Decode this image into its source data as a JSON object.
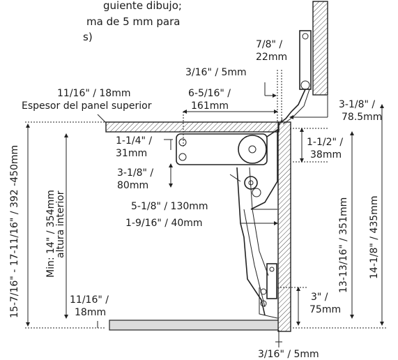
{
  "intro_lines": [
    "guiente dibujo;",
    "ma de 5 mm para",
    "s)"
  ],
  "dimensions": {
    "top_gap": [
      "7/8\" /",
      "22mm"
    ],
    "gap_small": "3/16\" / 5mm",
    "panel_thickness": [
      "11/16\" / 18mm",
      "Espesor del panel superior"
    ],
    "depth": [
      "6-5/16\" /",
      "161mm"
    ],
    "hinge_offset": [
      "3-1/8\" /",
      "78.5mm"
    ],
    "arm_height": [
      "1-1/4\" /",
      "31mm"
    ],
    "right_upper": [
      "1-1/2\" /",
      "38mm"
    ],
    "mid_height": [
      "3-1/8\" /",
      "80mm"
    ],
    "width_130": "5-1/8\" / 130mm",
    "width_40": "1-9/16\" / 40mm",
    "overall_height": "15-7/16\" - 17-11/16\" / 392 -450mm",
    "interior_height": [
      "Min: 14\" / 354mm",
      "altura interior"
    ],
    "right_351": "13-13/16\" / 351mm",
    "right_435": "14-1/8\" / 435mm",
    "bottom_panel": [
      "11/16\" /",
      "18mm"
    ],
    "bottom_right": [
      "3\" /",
      "75mm"
    ],
    "bottom_gap": "3/16\" / 5mm"
  }
}
